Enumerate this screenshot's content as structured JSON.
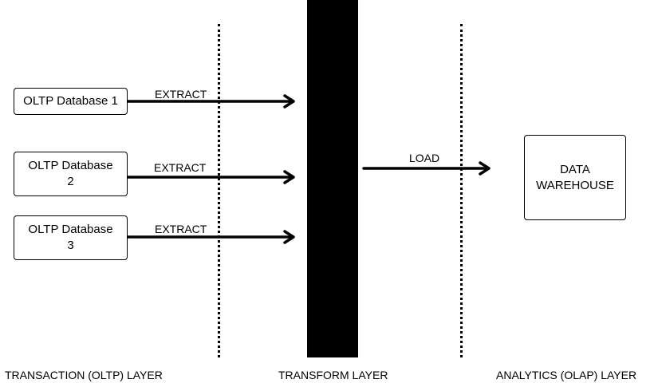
{
  "sources": [
    {
      "lines": [
        "OLTP Database 1"
      ]
    },
    {
      "lines": [
        "OLTP Database",
        "2"
      ]
    },
    {
      "lines": [
        "OLTP Database",
        "3"
      ]
    }
  ],
  "transform": {},
  "target": {
    "lines": [
      "DATA",
      "WAREHOUSE"
    ]
  },
  "arrows": {
    "extract_label": "EXTRACT",
    "load_label": "LOAD"
  },
  "layers": {
    "oltp": "TRANSACTION (OLTP) LAYER",
    "transform": "TRANSFORM LAYER",
    "olap": "ANALYTICS (OLAP) LAYER"
  },
  "colors": {
    "ink": "#000000",
    "background": "#ffffff"
  }
}
